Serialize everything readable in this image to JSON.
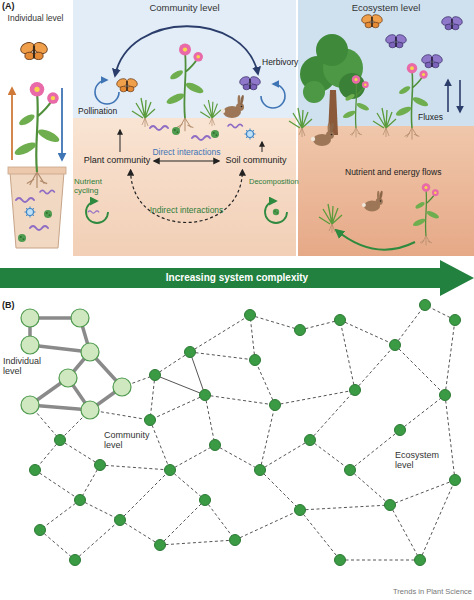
{
  "diagram": {
    "nodes": [
      {
        "text": [
          "Individual level"
        ]
      },
      {
        "text": [
          "Community level"
        ]
      },
      {
        "text": [
          "Plant community"
        ],
        "in": 1
      },
      {
        "text": [
          "Soil community"
        ],
        "in": 1
      },
      {
        "text": [
          "Ecosystem level"
        ]
      },
      {
        "text": [
          "Increasing system complexity"
        ]
      }
    ],
    "edges": [
      {
        "from": 2,
        "to": 3,
        "label": "Direct interactions",
        "arrow": "both"
      },
      {
        "from": 2,
        "to": 3,
        "label": "Indirect interactions",
        "arrow": "both"
      }
    ],
    "labels": [
      "(A)",
      "Pollination",
      "Herbivory",
      "Nutrient cycling",
      "Decomposition",
      "Fluxes",
      "Nutrient and energy flows",
      "(B)",
      "Individual level",
      "Community level",
      "Ecosystem level",
      "Trends in Plant Science"
    ]
  }
}
